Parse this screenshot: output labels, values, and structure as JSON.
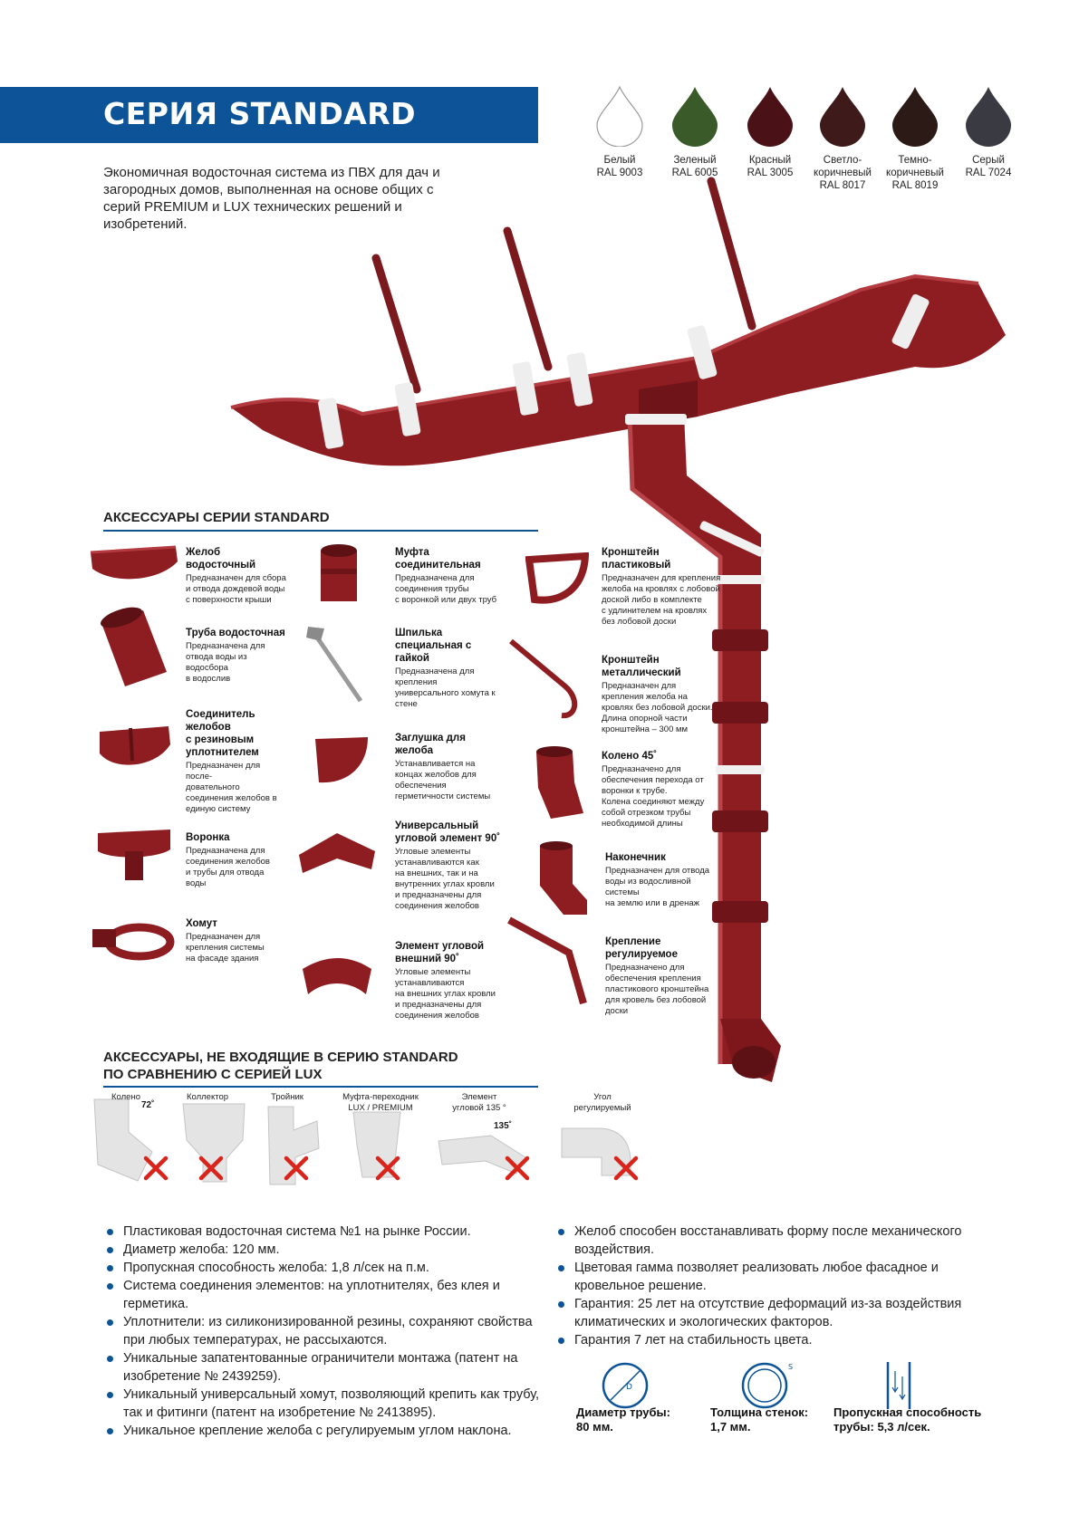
{
  "header": {
    "title": "СЕРИЯ STANDARD"
  },
  "intro": "Экономичная водосточная система из ПВХ для дач и загородных домов, выполненная на основе общих с серий PREMIUM и LUX технических решений и изобретений.",
  "colors": [
    {
      "name": "Белый\nRAL 9003",
      "hex": "#ffffff"
    },
    {
      "name": "Зеленый\nRAL 6005",
      "hex": "#3b5a2a"
    },
    {
      "name": "Красный\nRAL 3005",
      "hex": "#4a1217"
    },
    {
      "name": "Светло-\nкоричневый\nRAL 8017",
      "hex": "#3e1a1a"
    },
    {
      "name": "Темно-\nкоричневый\nRAL 8019",
      "hex": "#2b1a16"
    },
    {
      "name": "Серый\nRAL 7024",
      "hex": "#3a3b42"
    }
  ],
  "accessories": {
    "title": "АКСЕССУАРЫ СЕРИИ STANDARD",
    "items": [
      {
        "name": "Желоб\nводосточный",
        "desc": "Предназначен для сбора\nи отвода дождевой воды\nс поверхности крыши"
      },
      {
        "name": "Труба водосточная",
        "desc": "Предназначена для\nотвода воды из\nводосбора\nв водослив"
      },
      {
        "name": "Соединитель\nжелобов\nс резиновым\nуплотнителем",
        "desc": "Предназначен для\nпосле-\nдовательного\nсоединения желобов в\nединую систему"
      },
      {
        "name": "Воронка",
        "desc": "Предназначена для\nсоединения желобов\nи трубы для отвода\nводы"
      },
      {
        "name": "Хомут",
        "desc": "Предназначен для\nкрепления системы\nна фасаде здания"
      },
      {
        "name": "Муфта\nсоединительная",
        "desc": "Предназначена для\nсоединения трубы\nс воронкой или двух труб"
      },
      {
        "name": "Шпилька\nспециальная с\nгайкой",
        "desc": "Предназначена для\nкрепления\nуниверсального хомута к\nстене"
      },
      {
        "name": "Заглушка для\nжелоба",
        "desc": "Устанавливается на\nконцах желобов для\nобеспечения\nгерметичности системы"
      },
      {
        "name": "Универсальный\nугловой элемент 90˚",
        "desc": "Угловые элементы\nустанавливаются как\nна внешних, так и на\nвнутренних углах кровли\nи предназначены для\nсоединения желобов"
      },
      {
        "name": "Элемент угловой\nвнешний 90˚",
        "desc": "Угловые элементы\nустанавливаются\nна внешних углах кровли\nи предназначены для\nсоединения желобов"
      },
      {
        "name": "Кронштейн\nпластиковый",
        "desc": "Предназначен для крепления\nжелоба на кровлях с лобовой\nдоской либо в комплекте\nс удлинителем на кровлях\nбез лобовой доски"
      },
      {
        "name": "Кронштейн\nметаллический",
        "desc": "Предназначен для\nкрепления желоба на\nкровлях без лобовой доски.\nДлина опорной части\nкронштейна – 300 мм"
      },
      {
        "name": "Колено 45˚",
        "desc": "Предназначено для\nобеспечения перехода от\nворонки к трубе.\nКолена соединяют между\nсобой отрезком трубы\nнеобходимой длины"
      },
      {
        "name": "Наконечник",
        "desc": "Предназначен для отвода\nводы из водосливной\nсистемы\nна землю или в дренаж"
      },
      {
        "name": "Крепление\nрегулируемое",
        "desc": "Предназначено для\nобеспечения крепления\nпластикового кронштейна\nдля кровель без лобовой\nдоски"
      }
    ]
  },
  "not_included": {
    "title": "АКСЕССУАРЫ, НЕ ВХОДЯЩИЕ В СЕРИЮ STANDARD\nПО СРАВНЕНИЮ С СЕРИЕЙ LUX",
    "items": [
      {
        "label": "Колено",
        "angle": "72˚"
      },
      {
        "label": "Коллектор"
      },
      {
        "label": "Тройник"
      },
      {
        "label": "Муфта-переходник\nLUX / PREMIUM"
      },
      {
        "label": "Элемент\nугловой 135 °",
        "angle": "135˚"
      },
      {
        "label": "Угол\nрегулируемый"
      }
    ]
  },
  "features_left": [
    "Пластиковая водосточная система №1 на рынке России.",
    "Диаметр желоба: 120 мм.",
    "Пропускная способность желоба: 1,8 л/сек на п.м.",
    "Система соединения элементов: на уплотнителях, без клея и герметика.",
    "Уплотнители: из силиконизированной резины, сохраняют свойства при любых температурах, не рассыхаются.",
    "Уникальные запатентованные ограничители монтажа (патент на изобретение № 2439259).",
    "Уникальный универсальный хомут, позволяющий крепить как трубу, так и фитинги (патент на изобретение № 2413895).",
    "Уникальное крепление желоба с регулируемым углом наклона."
  ],
  "features_right": [
    "Желоб способен восстанавливать форму после механического воздействия.",
    "Цветовая гамма позволяет реализовать любое фасадное и кровельное решение.",
    "Гарантия: 25 лет на отсутствие деформаций из-за воздействия климатических и экологических факторов.",
    "Гарантия 7 лет на стабильность цвета."
  ],
  "specs": [
    {
      "label": "Диаметр трубы:\n80 мм.",
      "icon": "diameter-icon",
      "mark": "D"
    },
    {
      "label": "Толщина стенок:\n1,7 мм.",
      "icon": "wall-thickness-icon",
      "mark": "S"
    },
    {
      "label": "Пропускная способность\nтрубы: 5,3 л/сек.",
      "icon": "flow-icon"
    }
  ],
  "palette": {
    "brand": "#0c5497",
    "product": "#8e1d22",
    "product_dark": "#5e1114",
    "reject": "#d9241c"
  }
}
